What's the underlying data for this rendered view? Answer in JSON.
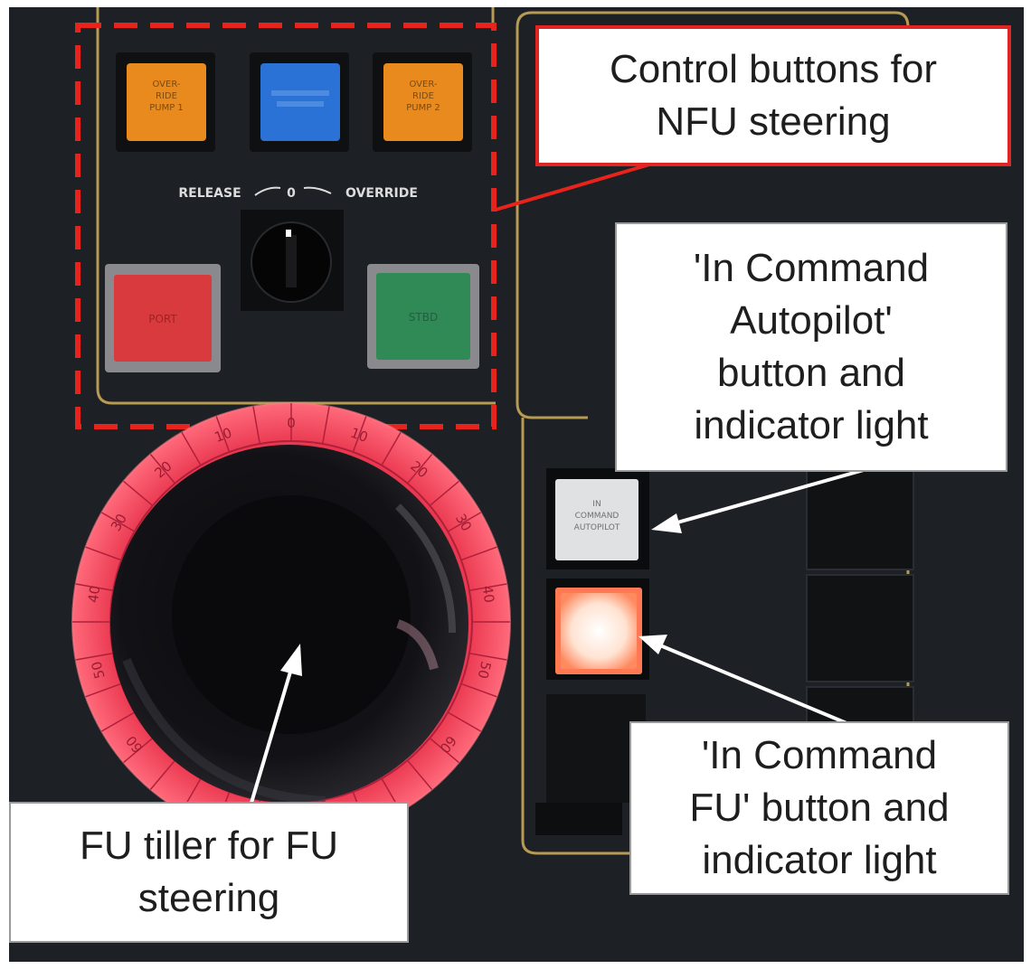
{
  "panel": {
    "buttons": {
      "override_pump_1": "OVER-\nRIDE\nPUMP 1",
      "override_pump_2": "OVER-\nRIDE\nPUMP 2",
      "port": "PORT",
      "stbd": "STBD",
      "autopilot": "IN\nCOMMAND\nAUTOPILOT"
    },
    "selector": {
      "release": "RELEASE",
      "zero": "0",
      "override": "OVERRIDE"
    },
    "dial": {
      "ticks_top": [
        "0",
        "10",
        "10",
        "20",
        "20",
        "30",
        "30",
        "40",
        "40",
        "50",
        "50",
        "60",
        "60"
      ]
    }
  },
  "callouts": {
    "nfu": {
      "lines": [
        "Control buttons for",
        "NFU steering"
      ]
    },
    "autopilot": {
      "lines": [
        "'In Command",
        "Autopilot'",
        "button and",
        "indicator light"
      ]
    },
    "fu": {
      "lines": [
        "'In Command",
        "FU' button and",
        "indicator light"
      ]
    },
    "tiller": {
      "lines": [
        "FU tiller for FU",
        "steering"
      ]
    }
  },
  "colors": {
    "panel": "#1d2024",
    "trim": "#b79a54",
    "dashed_outline": "#e8231c",
    "orange": "#e98a1f",
    "blue": "#2a72d6",
    "red": "#d93a3e",
    "green": "#2f8a55",
    "dial_ring": "#e8344d",
    "fu_light": "#ffdcc8"
  }
}
